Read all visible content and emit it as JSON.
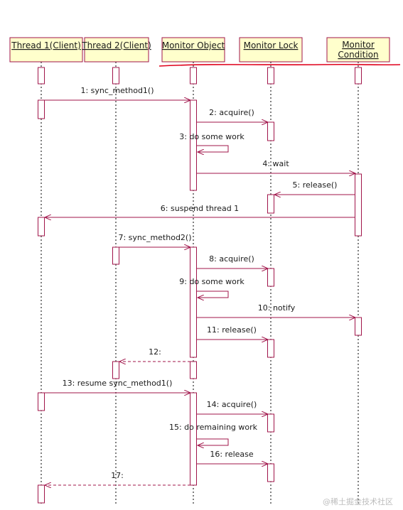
{
  "colors": {
    "line": "#a0144a",
    "participant_fill": "#ffffcc",
    "lifeline": "#000000",
    "text": "#1a1a1a",
    "annotation": "#e0001b"
  },
  "participants": [
    {
      "id": "t1",
      "lines": [
        "Thread 1(Client)"
      ]
    },
    {
      "id": "t2",
      "lines": [
        "Thread 2(Client)"
      ]
    },
    {
      "id": "mo",
      "lines": [
        "Monitor Object"
      ]
    },
    {
      "id": "ml",
      "lines": [
        "Monitor Lock"
      ]
    },
    {
      "id": "mc",
      "lines": [
        "Monitor",
        "Condition"
      ]
    }
  ],
  "messages": [
    {
      "label": "1: sync_method1()",
      "from": "t1",
      "to": "mo",
      "style": "solid"
    },
    {
      "label": "2: acquire()",
      "from": "mo",
      "to": "ml",
      "style": "solid"
    },
    {
      "label": "3: do some work",
      "from": "mo",
      "to": "mo",
      "style": "self"
    },
    {
      "label": "4: wait",
      "from": "mo",
      "to": "mc",
      "style": "solid"
    },
    {
      "label": "5: release()",
      "from": "mc",
      "to": "ml",
      "style": "solid"
    },
    {
      "label": "6: suspend thread 1",
      "from": "mc",
      "to": "t1",
      "style": "solid"
    },
    {
      "label": "7: sync_method2()",
      "from": "t2",
      "to": "mo",
      "style": "solid"
    },
    {
      "label": "8: acquire()",
      "from": "mo",
      "to": "ml",
      "style": "solid"
    },
    {
      "label": "9: do some work",
      "from": "mo",
      "to": "mo",
      "style": "self"
    },
    {
      "label": "10: notify",
      "from": "mo",
      "to": "mc",
      "style": "solid"
    },
    {
      "label": "11: release()",
      "from": "mo",
      "to": "ml",
      "style": "solid"
    },
    {
      "label": "12:",
      "from": "mo",
      "to": "t2",
      "style": "dashed"
    },
    {
      "label": "13: resume sync_method1()",
      "from": "t1",
      "to": "mo",
      "style": "solid"
    },
    {
      "label": "14: acquire()",
      "from": "mo",
      "to": "ml",
      "style": "solid"
    },
    {
      "label": "15: do remaining work",
      "from": "mo",
      "to": "mo",
      "style": "self"
    },
    {
      "label": "16: release",
      "from": "mo",
      "to": "ml",
      "style": "solid"
    },
    {
      "label": "17:",
      "from": "mo",
      "to": "t1",
      "style": "dashed"
    }
  ],
  "watermark": "@稀土掘金技术社区"
}
